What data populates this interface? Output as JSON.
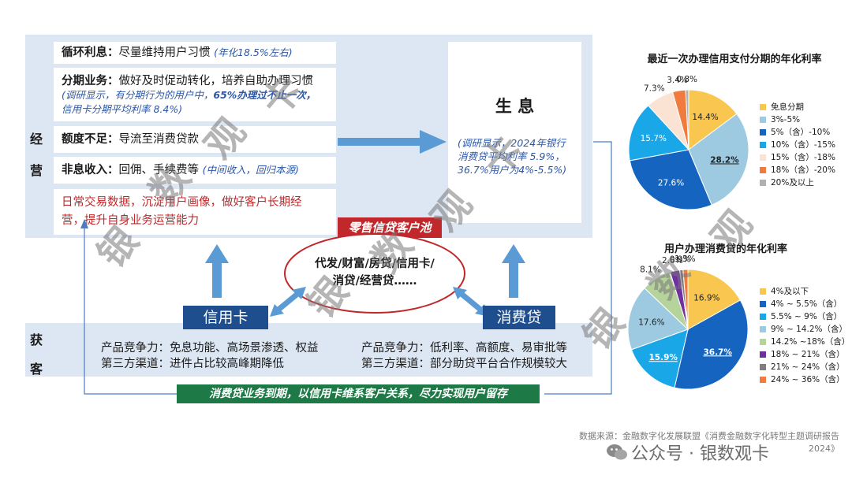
{
  "ops": {
    "side_label": [
      "经",
      "营"
    ],
    "rows": [
      {
        "key": "循环利息：",
        "text": "尽量维持用户习惯",
        "note": "(年化18.5%左右)"
      },
      {
        "key": "分期业务：",
        "text": "做好及时促动转化，培养自助办理习惯",
        "note1": "(调研显示，有分期行为的用户中，",
        "note_bold": "65%办理过不止一次，",
        "note2": "信用卡分期平均利率 8.4%)"
      },
      {
        "key": "额度不足：",
        "text": "导流至消费贷款"
      },
      {
        "key": "非息收入：",
        "text": "回佣、手续费等",
        "note": "(中间收入，回归本源)"
      }
    ],
    "red_text": "日常交易数据，沉淀用户画像，做好客户长期经营，提升自身业务运营能力"
  },
  "interest": {
    "title": "生 息",
    "note": "(调研显示，2024年银行消费贷平均利率 5.9%，36.7%用户为4%-5.5%)"
  },
  "pool": {
    "label": "零售信贷客户池",
    "oval_text_1": "代发/财富/房贷/信用卡/",
    "oval_text_2": "消贷/经营贷……"
  },
  "acq": {
    "side_label": [
      "获",
      "客"
    ],
    "credit_card": {
      "label": "信用卡",
      "line1": "产品竞争力：免息功能、高场景渗透、权益",
      "line2": "第三方渠道：进件占比较高峰期降低"
    },
    "consumer_loan": {
      "label": "消费贷",
      "line1": "产品竞争力：低利率、高额度、易审批等",
      "line2": "第三方渠道：部分助贷平台合作规模较大"
    }
  },
  "green_banner": "消费贷业务到期，以信用卡维系客户关系，尽力实现用户留存",
  "colors": {
    "yellow": "#f9c74f",
    "light_blue": "#9ecae1",
    "mid_blue": "#1aa7e8",
    "dark_blue": "#1565c0",
    "peach": "#fbe3d3",
    "orange": "#f07b3f",
    "grey": "#b0b0b0",
    "green": "#b5d39b",
    "purple": "#7030a0",
    "dark_grey": "#7f7f7f"
  },
  "chart_data": [
    {
      "type": "pie",
      "title": "最近一次办理信用支付分期的年化利率",
      "categories": [
        "免息分期",
        "3%-5%",
        "5%（含）-10%",
        "10%（含）-15%",
        "15%（含）-18%",
        "18%（含）-20%",
        "20%及以上"
      ],
      "values": [
        14.4,
        28.2,
        27.6,
        15.7,
        7.3,
        3.4,
        0.8
      ],
      "labels": [
        "14.4%",
        "28.2%",
        "27.6%",
        "15.7%",
        "7.3%",
        "3.4%",
        "0.8%"
      ],
      "colors": [
        "#f9c74f",
        "#9ecae1",
        "#1565c0",
        "#1aa7e8",
        "#fbe3d3",
        "#f07b3f",
        "#b0b0b0"
      ],
      "legend": "right"
    },
    {
      "type": "pie",
      "title": "用户办理消费贷的年化利率",
      "categories": [
        "4%及以下",
        "4% ~ 5.5%（含）",
        "5.5% ~ 9%（含）",
        "9% ~ 14.2%（含）",
        "14.2% ~18%（含）",
        "18% ~ 21%（含）",
        "21% ~ 24%（含）",
        "24% ~ 36%（含）"
      ],
      "values": [
        16.9,
        36.7,
        15.9,
        17.6,
        8.1,
        2.6,
        0.9,
        1.3
      ],
      "labels": [
        "16.9%",
        "36.7%",
        "15.9%",
        "17.6%",
        "8.1%",
        "2.6%",
        "0.9%",
        "1.3%"
      ],
      "colors": [
        "#f9c74f",
        "#1565c0",
        "#1aa7e8",
        "#9ecae1",
        "#b5d39b",
        "#7030a0",
        "#7f7f7f",
        "#f07b3f"
      ],
      "legend": "right"
    }
  ],
  "footer": {
    "source": "数据来源：金融数字化发展联盟《消费金融数字化转型主题调研报告2024》",
    "wechat": "公众号 · 银数观卡"
  },
  "watermark": [
    "银",
    "数",
    "观",
    "卡"
  ]
}
